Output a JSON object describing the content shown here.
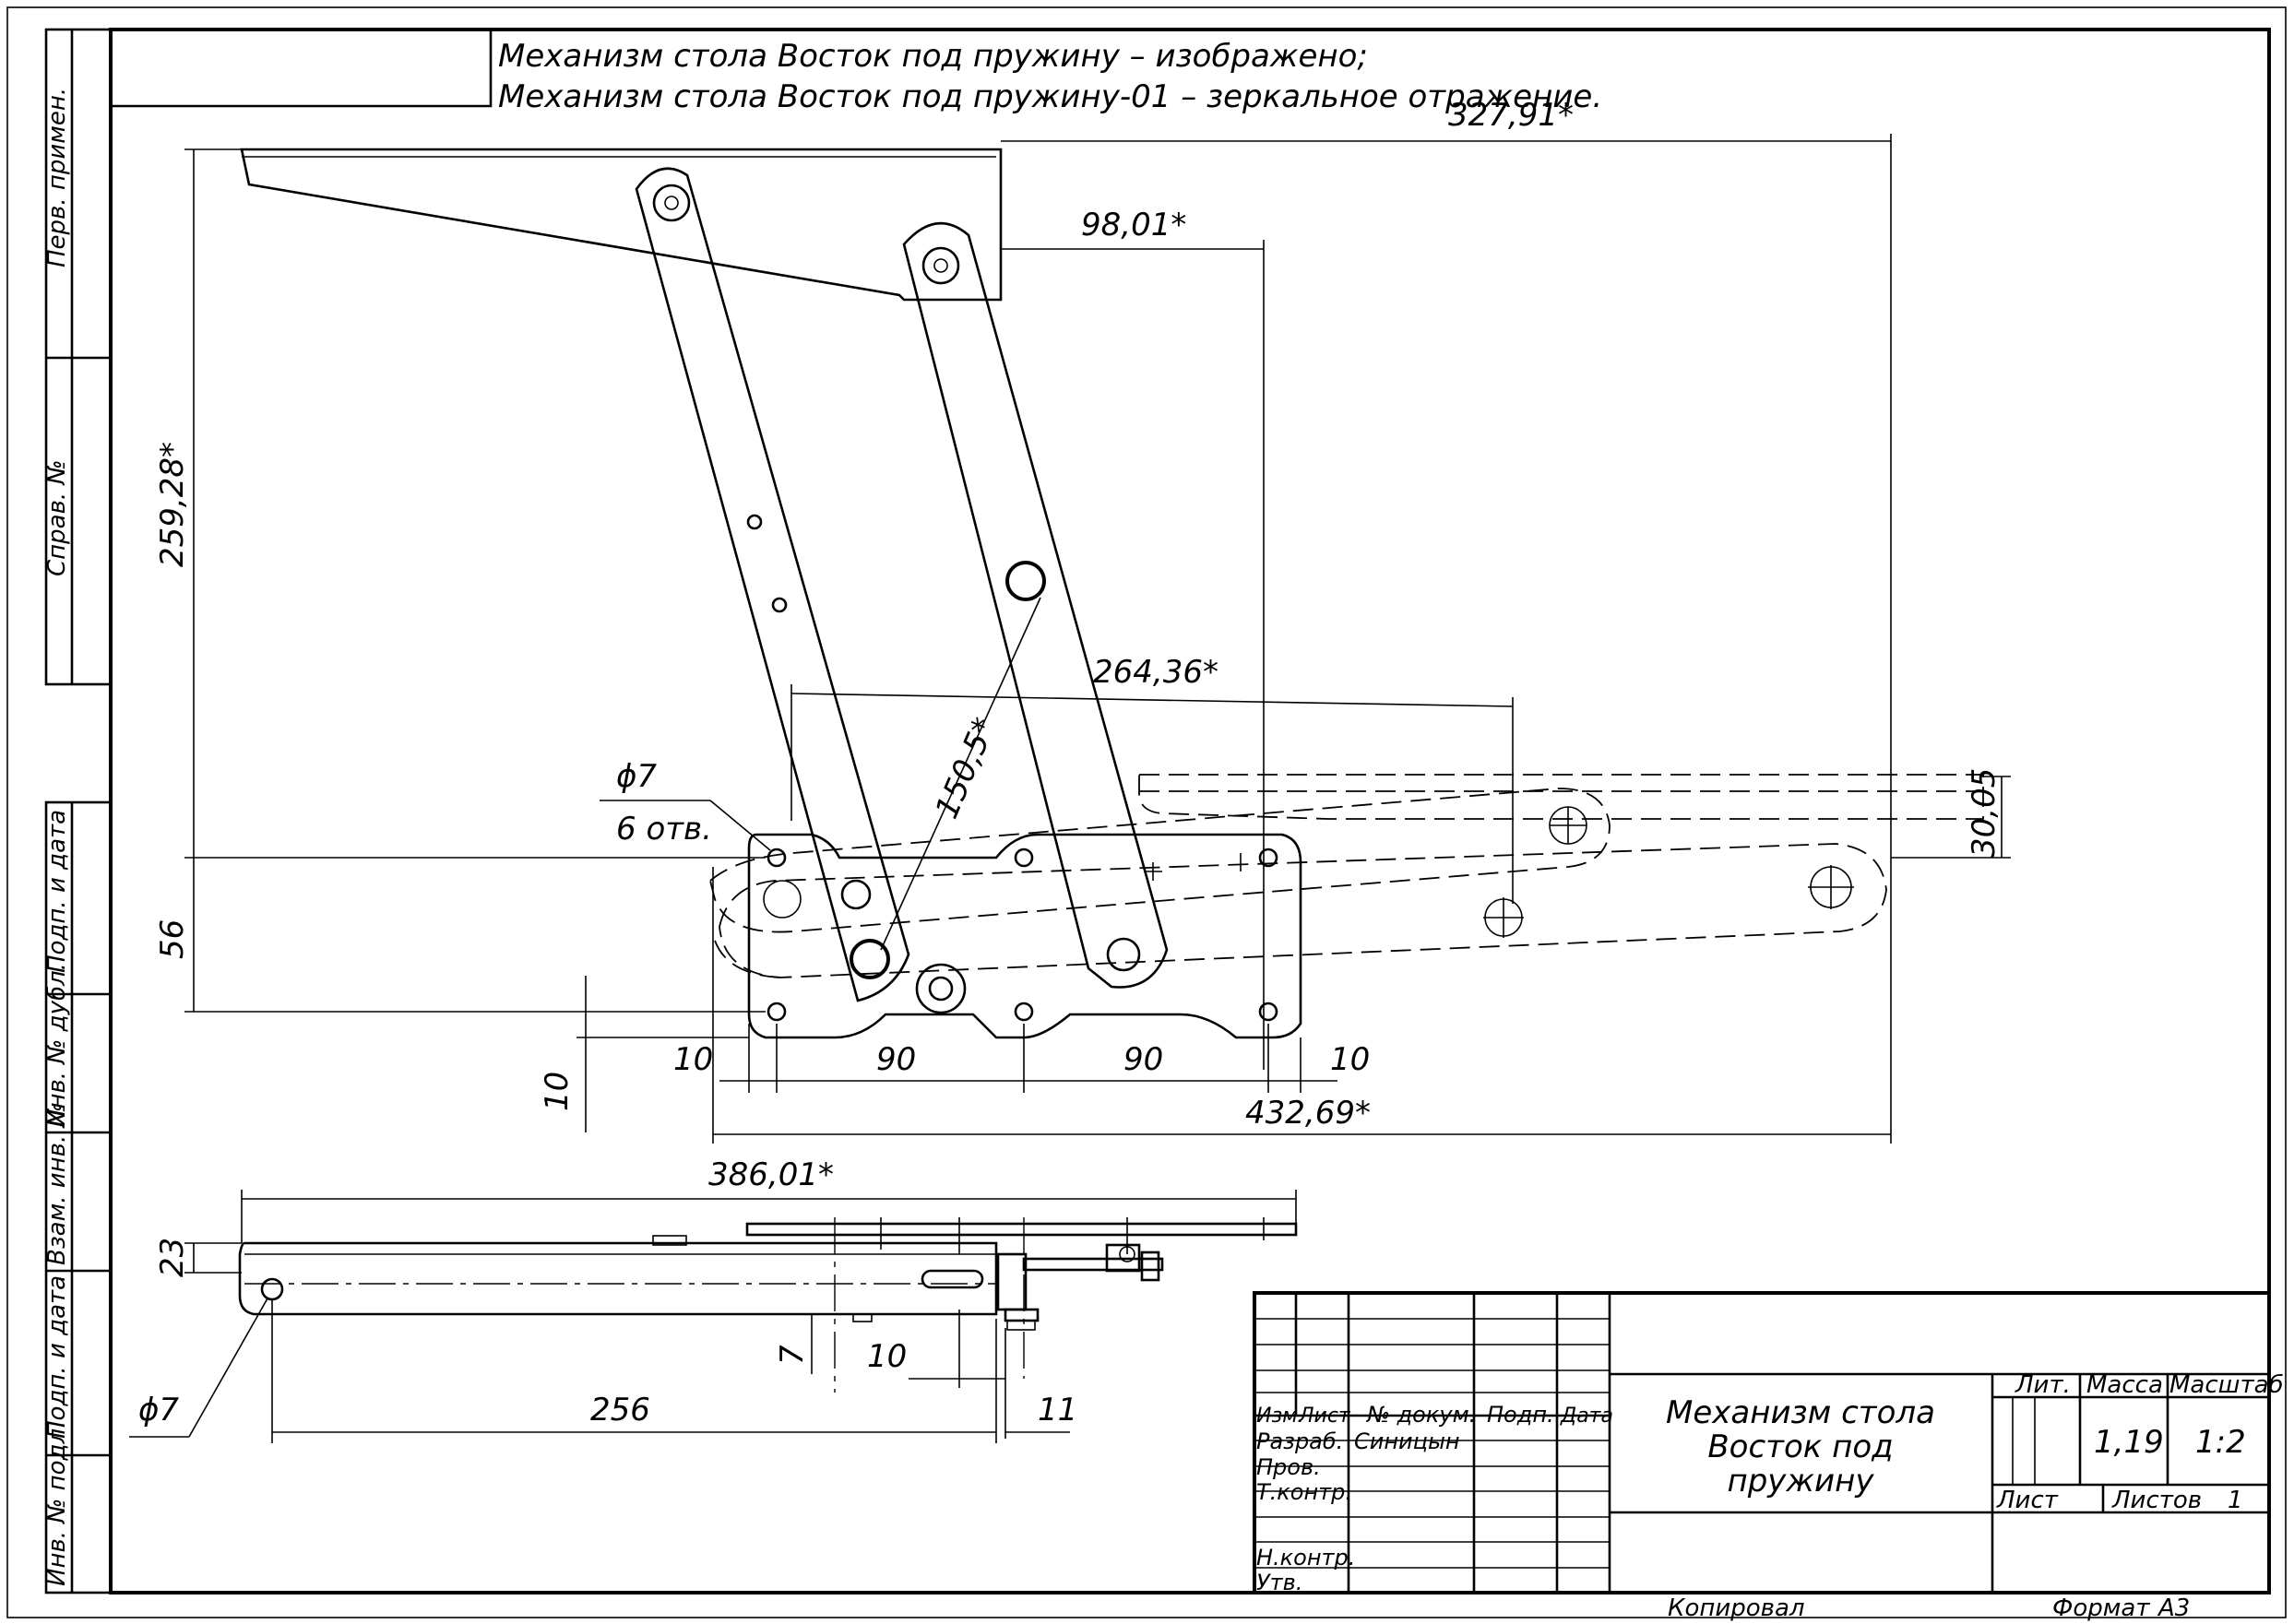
{
  "note": {
    "line1": "Механизм стола Восток под пружину – изображено;",
    "line2": "Механизм стола Восток под пружину-01 – зеркальное отражение."
  },
  "side_strip": {
    "perv_primen": "Перв. примен.",
    "sprav_no": "Справ. №",
    "podp_data_1": "Подп. и дата",
    "inv_dubl": "Инв. № дубл.",
    "vzam_inv": "Взам. инв. №",
    "podp_data_2": "Подп. и дата",
    "inv_podl": "Инв. № подл."
  },
  "dimensions": {
    "d327": "327,91*",
    "d98": "98,01*",
    "d259": "259,28*",
    "d264": "264,36*",
    "d150": "150,5*",
    "d30": "30,05",
    "phi7_top": "ϕ7",
    "holes": "6 отв.",
    "d56": "56",
    "d10_left": "10",
    "d90_a": "90",
    "d90_b": "90",
    "d10_right": "10",
    "d10_vert": "10",
    "d432": "432,69*",
    "d386": "386,01*",
    "d23": "23",
    "d7": "7",
    "d10_bottom": "10",
    "d256": "256",
    "d11": "11",
    "phi7_bottom": "ϕ7"
  },
  "title_block": {
    "izm": "Изм.",
    "list": "Лист",
    "no_dokum": "№ докум.",
    "podp": "Подп.",
    "data": "Дата",
    "razrab": "Разраб.",
    "razrab_name": "Синицын",
    "prov": "Пров.",
    "tkontr": "Т.контр.",
    "nkontr": "Н.контр.",
    "utv": "Утв.",
    "name_line1": "Механизм стола",
    "name_line2": "Восток под",
    "name_line3": "пружину",
    "lit": "Лит.",
    "massa": "Масса",
    "masshtab": "Масштаб",
    "massa_value": "1,19",
    "scale_value": "1:2",
    "list_label": "Лист",
    "listov_label": "Листов",
    "listov_value": "1",
    "kopiroval": "Копировал",
    "format_label": "Формат",
    "format_value": "А3"
  }
}
